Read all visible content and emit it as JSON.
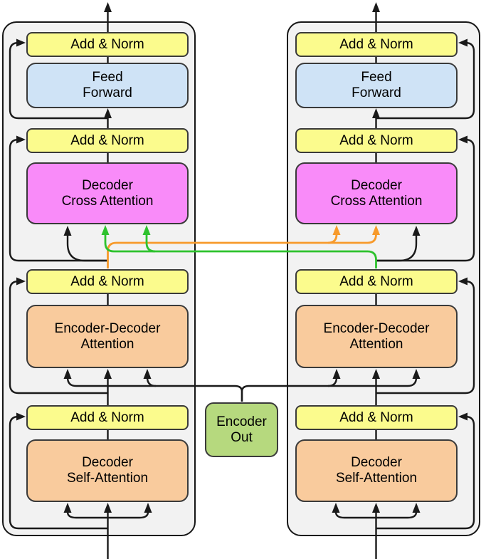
{
  "diagram": {
    "labels": {
      "add_norm": "Add & Norm",
      "feed_forward": "Feed\nForward",
      "cross_attention": "Decoder\nCross Attention",
      "enc_dec_attention": "Encoder-Decoder\nAttention",
      "self_attention": "Decoder\nSelf-Attention",
      "encoder_out": "Encoder\nOut"
    },
    "columns": {
      "left": {
        "name": "left decoder stack",
        "blocks_bottom_to_top": [
          "Decoder Self-Attention",
          "Add & Norm",
          "Encoder-Decoder Attention",
          "Add & Norm",
          "Decoder Cross Attention",
          "Add & Norm",
          "Feed Forward",
          "Add & Norm"
        ]
      },
      "right": {
        "name": "right decoder stack",
        "blocks_bottom_to_top": [
          "Decoder Self-Attention",
          "Add & Norm",
          "Encoder-Decoder Attention",
          "Add & Norm",
          "Decoder Cross Attention",
          "Add & Norm",
          "Feed Forward",
          "Add & Norm"
        ]
      }
    },
    "encoder_feed": {
      "from": "Encoder Out",
      "to": [
        "left Encoder-Decoder Attention",
        "right Encoder-Decoder Attention"
      ]
    },
    "cross_connections": [
      {
        "name": "orange",
        "color": "#f79a2b",
        "from": "left Add & Norm below cross attention",
        "to": "right Decoder Cross Attention"
      },
      {
        "name": "green",
        "color": "#2ec22e",
        "from": "right Add & Norm below cross attention",
        "to": "left Decoder Cross Attention"
      }
    ],
    "colors": {
      "add_norm_fill": "#fbfb8d",
      "feed_forward_fill": "#cfe3f6",
      "cross_attention_fill": "#f98bf9",
      "attention_fill": "#f9cb9d",
      "encoder_out_fill": "#b6d97e",
      "container_fill": "#f2f2f2",
      "line_black": "#1a1a1a",
      "line_orange": "#f79a2b",
      "line_green": "#2ec22e"
    }
  }
}
